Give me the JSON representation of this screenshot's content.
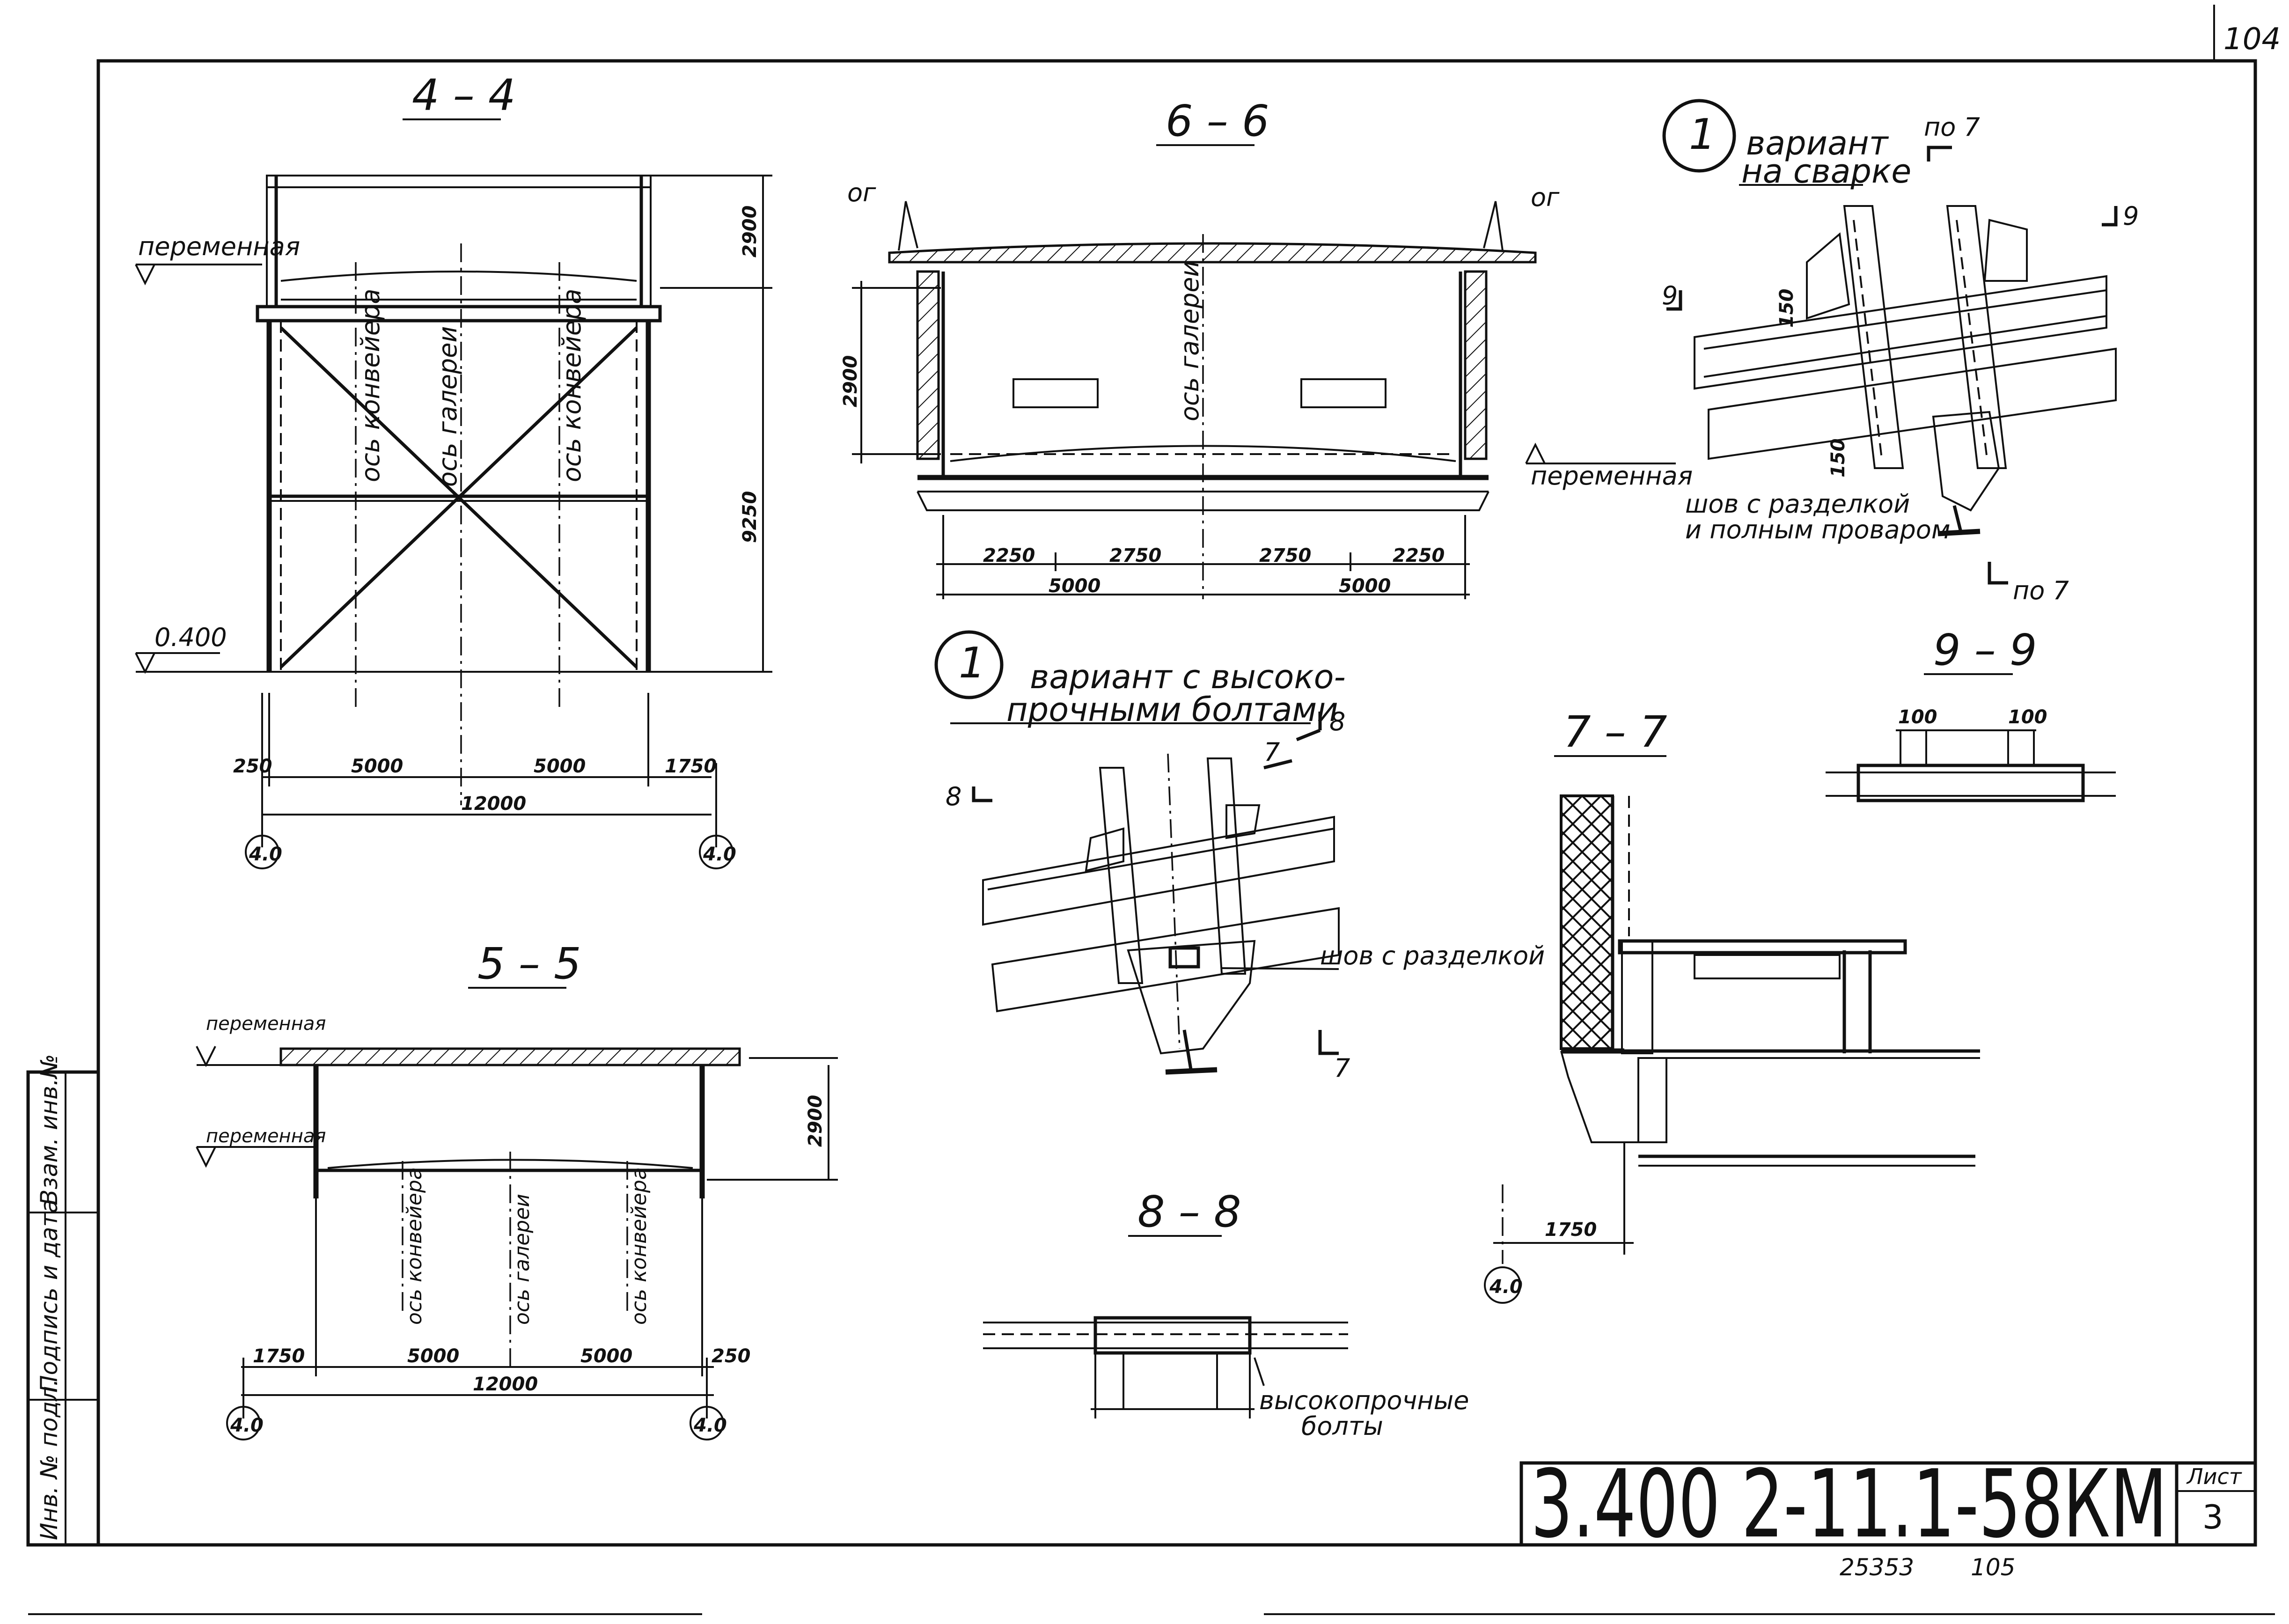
{
  "sheet": {
    "page_number": "104",
    "document_code": "3.400 2-11.1-58КМ",
    "sheet_label": "Лист",
    "sheet_number": "3",
    "inventory_number": "25353",
    "next_number": "105"
  },
  "side_stamp": {
    "inv_podl": "Инв. № подл.",
    "signature_date": "Подпись и дата",
    "vzam_inv": "Взам. инв.№"
  },
  "section_4_4": {
    "title": "4 – 4",
    "variable_mark": "переменная",
    "level": "0.400",
    "axis_conveyor_left": "ось конвейера",
    "axis_gallery": "ось галереи",
    "axis_conveyor_right": "ось конвейера",
    "dim_height_top": "2900",
    "dim_height_total": "9250",
    "dim_250": "250",
    "dim_5000_a": "5000",
    "dim_5000_b": "5000",
    "dim_1750": "1750",
    "dim_total": "12000",
    "axis_mark_left": "4.0",
    "axis_mark_right": "4.0"
  },
  "section_5_5": {
    "title": "5 – 5",
    "variable_mark_top": "переменная",
    "variable_mark_bottom": "переменная",
    "axis_conveyor_left": "ось конвейера",
    "axis_gallery": "ось галереи",
    "axis_conveyor_right": "ось конвейера",
    "dim_height": "2900",
    "dim_1750": "1750",
    "dim_5000_a": "5000",
    "dim_5000_b": "5000",
    "dim_250": "250",
    "dim_total": "12000",
    "axis_mark_left": "4.0",
    "axis_mark_right": "4.0"
  },
  "section_6_6": {
    "title": "6 – 6",
    "og_left": "ог",
    "og_right": "ог",
    "axis_gallery": "ось галереи",
    "variable_mark": "переменная",
    "dim_height": "2900",
    "dim_2250_a": "2250",
    "dim_2750_a": "2750",
    "dim_2750_b": "2750",
    "dim_2250_b": "2250",
    "dim_5000_a": "5000",
    "dim_5000_b": "5000"
  },
  "node_welded": {
    "node_number": "1",
    "caption_line1": "вариант",
    "caption_line2": "на сварке",
    "cut_top": "по 7",
    "cut_bottom": "по 7",
    "cut_9_left": "9",
    "cut_9_right": "9",
    "dim_150_top": "150",
    "dim_150_bottom": "150",
    "weld_note_line1": "шов с разделкой",
    "weld_note_line2": "и полным проваром"
  },
  "node_bolted": {
    "node_number": "1",
    "caption_line1": "вариант с высоко-",
    "caption_line2": "прочными болтами",
    "cut_8_left": "8",
    "cut_8_right": "8",
    "cut_7_top": "7",
    "cut_7_bottom": "7",
    "weld_note": "шов с разделкой"
  },
  "section_7_7": {
    "title": "7 – 7",
    "dim_1750": "1750",
    "axis_mark": "4.0"
  },
  "section_8_8": {
    "title": "8 – 8",
    "note_line1": "высокопрочные",
    "note_line2": "болты"
  },
  "section_9_9": {
    "title": "9 – 9",
    "dim_100_a": "100",
    "dim_100_b": "100"
  }
}
